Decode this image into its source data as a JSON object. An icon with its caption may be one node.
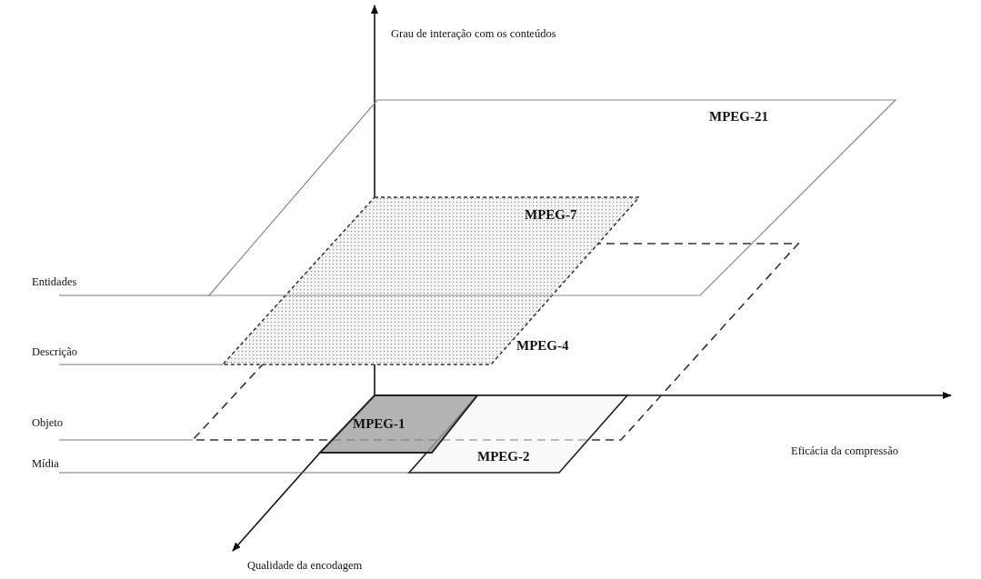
{
  "diagram": {
    "nodes": [
      {
        "text": [
          "MPEG-21"
        ]
      },
      {
        "text": [
          "MPEG-7"
        ]
      },
      {
        "text": [
          "MPEG-4"
        ]
      },
      {
        "text": [
          "MPEG-1"
        ]
      },
      {
        "text": [
          "MPEG-2"
        ]
      },
      {
        "text": [
          "Entidades"
        ]
      },
      {
        "text": [
          "Descrição"
        ]
      },
      {
        "text": [
          "Objeto"
        ]
      },
      {
        "text": [
          "Mídia"
        ]
      }
    ],
    "edges": [
      {
        "from": 5,
        "to": 0,
        "arrow": "none"
      },
      {
        "from": 6,
        "to": 1,
        "arrow": "none"
      },
      {
        "from": 7,
        "to": 2,
        "arrow": "none"
      },
      {
        "from": 8,
        "to": 4,
        "arrow": "none"
      }
    ],
    "labels": [
      "Grau de interação com os conteúdos",
      "Eficácia da compressão",
      "Qualidade da encodagem"
    ]
  }
}
